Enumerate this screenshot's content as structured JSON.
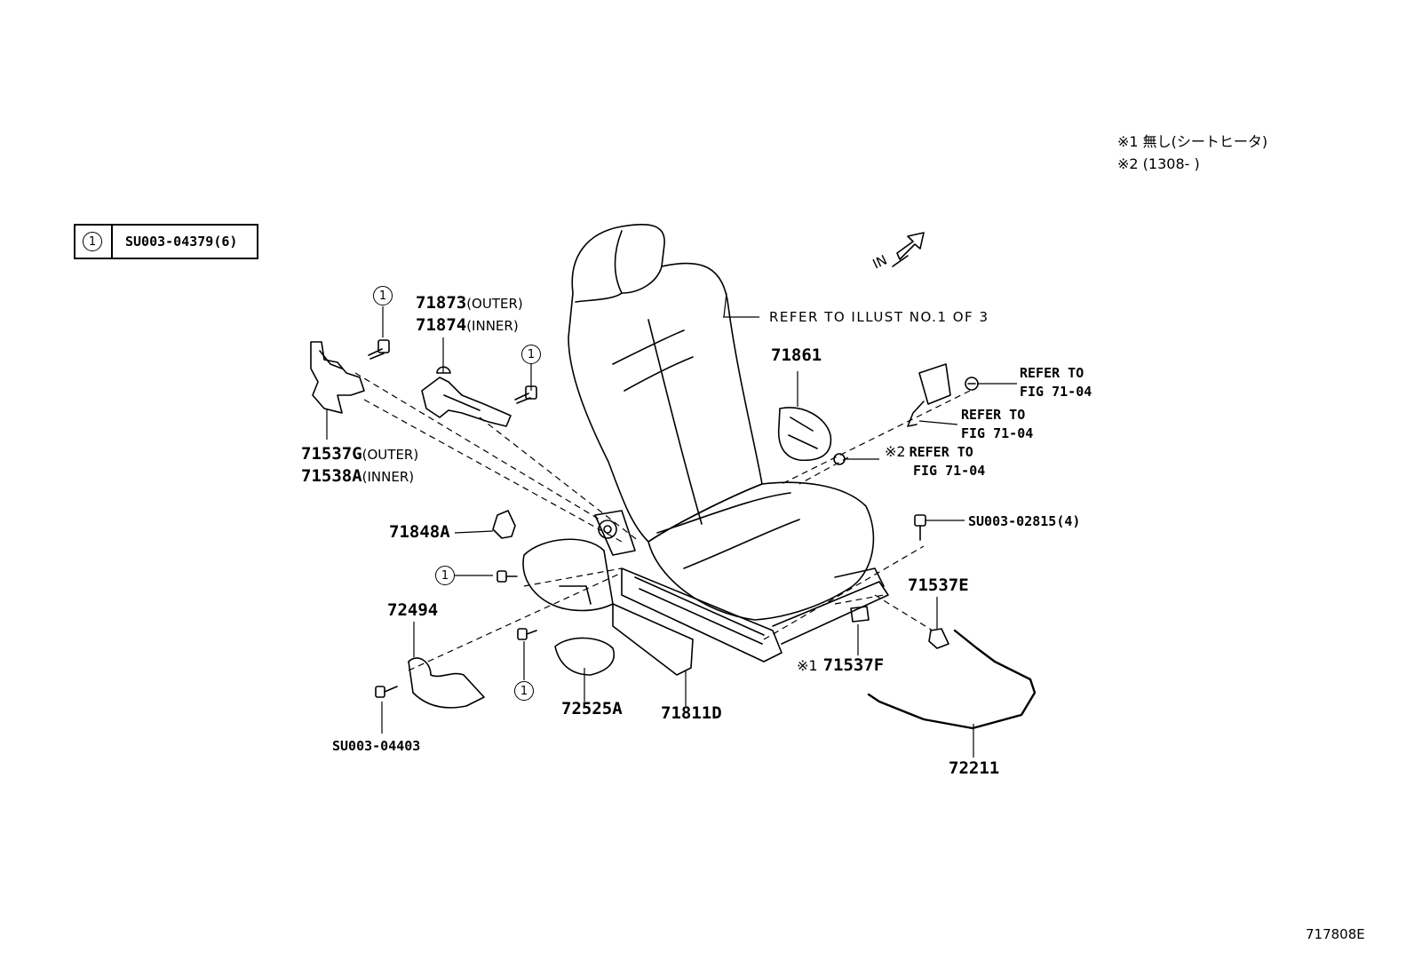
{
  "legend": {
    "symbol": "1",
    "text": "SU003-04379(6)"
  },
  "notes": {
    "note1": "※1  無し(シートヒータ)",
    "note2": "※2 (1308-      )"
  },
  "direction": {
    "label": "IN"
  },
  "refer_seat": "REFER TO ILLUST NO.1 OF 3",
  "parts": {
    "p71873": "71873",
    "p71873_sub": "(OUTER)",
    "p71874": "71874",
    "p71874_sub": "(INNER)",
    "p71537G": "71537G",
    "p71537G_sub": "(OUTER)",
    "p71538A": "71538A",
    "p71538A_sub": "(INNER)",
    "p71861": "71861",
    "p71848A": "71848A",
    "p72494": "72494",
    "p72525A": "72525A",
    "p71811D": "71811D",
    "p71537E": "71537E",
    "p71537F": "71537F",
    "p72211": "72211",
    "pSU003_04403": "SU003-04403",
    "pSU003_02815": "SU003-02815(4)"
  },
  "refs": {
    "r1_line1": "REFER TO",
    "r1_line2": "FIG 71-04",
    "r2_line1": "REFER TO",
    "r2_line2": "FIG 71-04",
    "r3_line1": "REFER TO",
    "r3_line2": "FIG 71-04"
  },
  "marks": {
    "mark1": "※1",
    "mark2": "※2"
  },
  "circle_num": "1",
  "figure_id": "717808E"
}
